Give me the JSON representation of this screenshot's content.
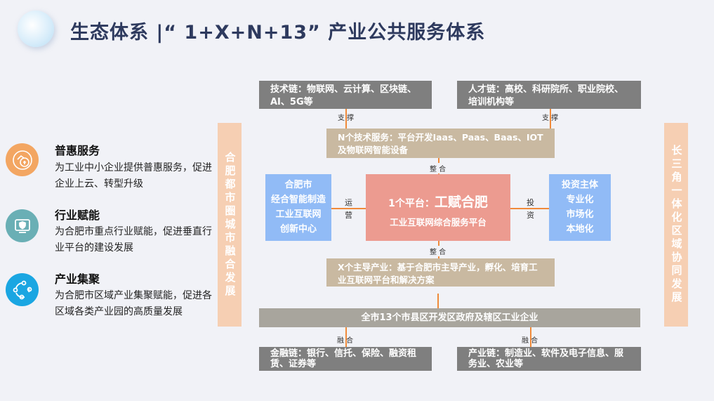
{
  "title": "生态体系 |“ 1+X+N+13” 产业公共服务体系",
  "left_items": [
    {
      "icon": "coin-hand-icon",
      "color": "#f3a662",
      "title": "普惠服务",
      "desc": "为工业中小企业提供普惠服务，促进企业上云、转型升级"
    },
    {
      "icon": "shield-monitor-icon",
      "color": "#6aafb5",
      "title": "行业赋能",
      "desc": "为合肥市重点行业赋能，促进垂直行业平台的建设发展"
    },
    {
      "icon": "network-cycle-icon",
      "color": "#1aa6e2",
      "title": "产业集聚",
      "desc": "为合肥市区域产业集聚赋能，促进各区域各类产业园的高质量发展"
    }
  ],
  "left_vertical": "合肥都市圈城市融合发展",
  "right_vertical": "长三角一体化区域协同发展",
  "tech_chain": "技术链：物联网、云计算、区块链、AI、5G等",
  "talent_chain": "人才链：高校、科研院所、职业院校、培训机构等",
  "support_label": "支 撑",
  "n_services": "N个技术服务：平台开发Iaas、Paas、Baas、IOT及物联网智能设备",
  "integrate_label": "整 合",
  "platform": {
    "prefix": "1个平台：",
    "name": "工赋合肥",
    "subtitle": "工业互联网综合服务平台"
  },
  "left_center": [
    "合肥市",
    "经合智能制造",
    "工业互联网",
    "创新中心"
  ],
  "operate_label": [
    "运",
    "营"
  ],
  "invest_label": [
    "投",
    "资"
  ],
  "right_center": [
    "投资主体",
    "专业化",
    "市场化",
    "本地化"
  ],
  "x_industries": "X个主导产业：基于合肥市主导产业，孵化、培育工业互联网平台和解决方案",
  "city_bar": "全市13个市县区开发区政府及辖区工业企业",
  "fuse_label": "融 合",
  "finance_chain": "金融链：银行、信托、保险、融资租赁、证券等",
  "industry_chain": "产业链：制造业、软件及电子信息、服务业、农业等"
}
